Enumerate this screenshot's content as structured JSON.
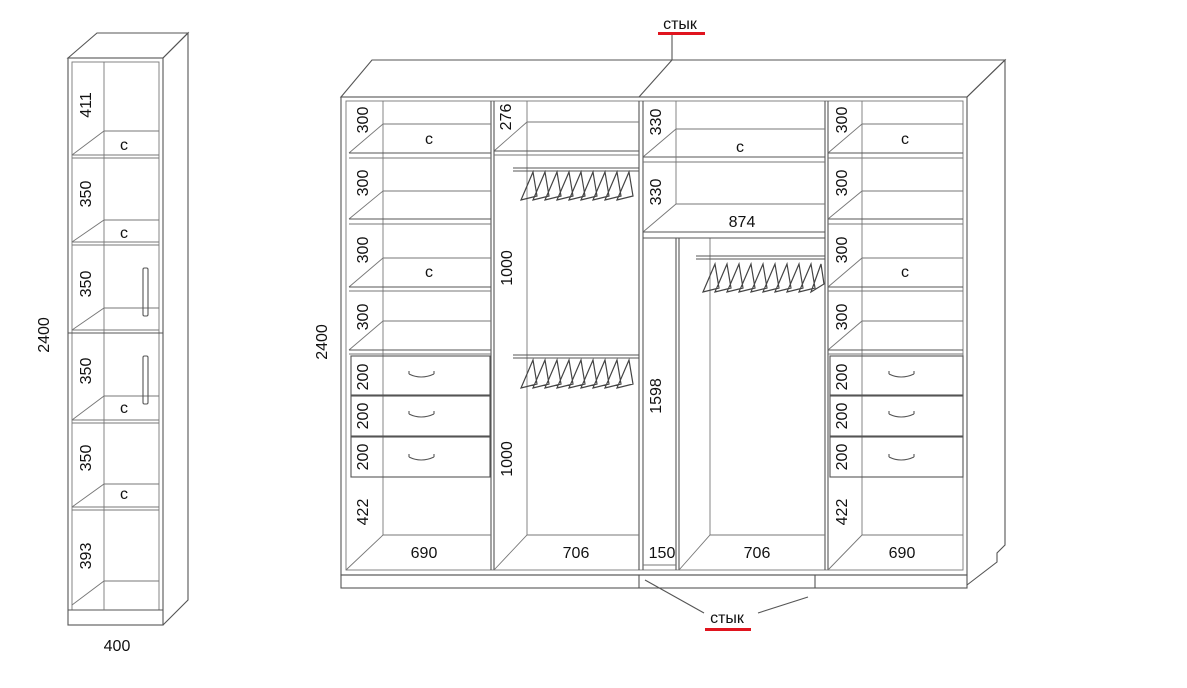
{
  "diagram": {
    "joint_label": "стык",
    "joint_underline_color": "#e0141e",
    "shelf_mark": "с",
    "left_cabinet": {
      "height": "2400",
      "width": "400",
      "sections": [
        "411",
        "350",
        "350",
        "350",
        "350",
        "393"
      ]
    },
    "main_cabinet": {
      "height": "2400",
      "left_column": {
        "width": "690",
        "shelves": [
          "300",
          "300",
          "300",
          "300"
        ],
        "drawers": [
          "200",
          "200",
          "200"
        ],
        "bottom": "422"
      },
      "hanging_column_1": {
        "width": "706",
        "top": "276",
        "upper": "1000",
        "lower": "1000"
      },
      "narrow_column": {
        "width": "150",
        "height": "1598"
      },
      "hanging_column_2": {
        "width": "706",
        "top_shelves": [
          "330",
          "330"
        ],
        "shelf_width": "874"
      },
      "right_column": {
        "width": "690",
        "shelves": [
          "300",
          "300",
          "300",
          "300"
        ],
        "drawers": [
          "200",
          "200",
          "200"
        ],
        "bottom": "422"
      }
    }
  }
}
